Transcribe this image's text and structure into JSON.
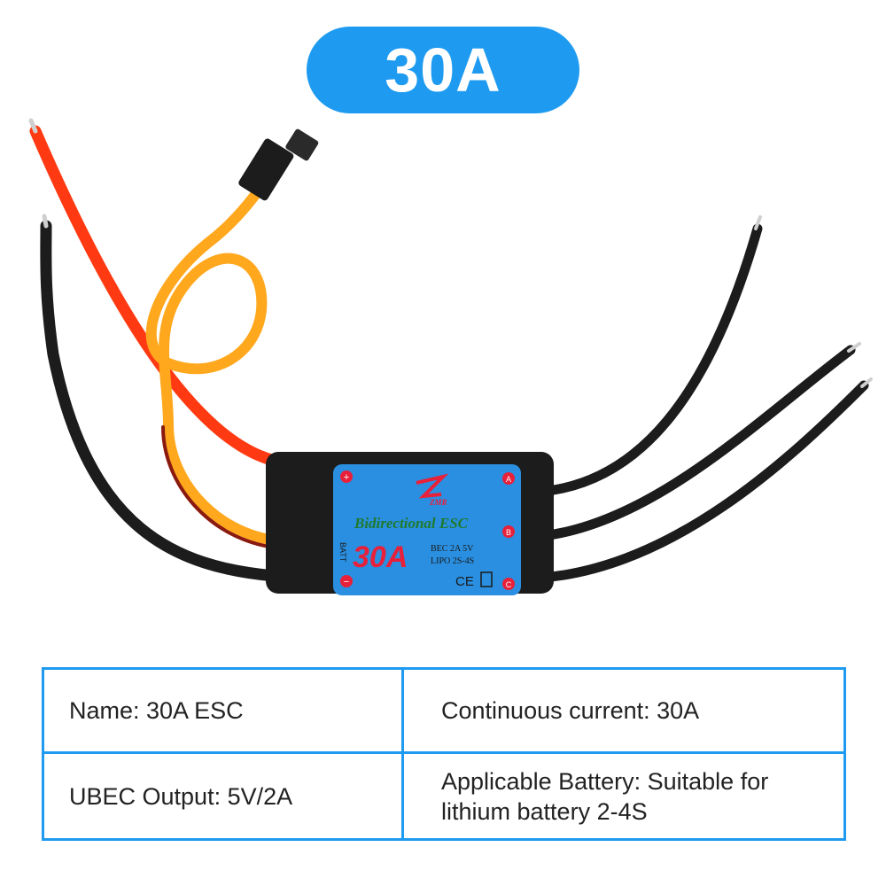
{
  "header": {
    "title": "30A"
  },
  "product": {
    "esc_label": {
      "brand": "ZMR",
      "product_line": "Bidirectional ESC",
      "rating": "30A",
      "bec_spec": "BEC  2A  5V",
      "lipo_spec": "LIPO  2S-4S",
      "batt_label": "BATT",
      "plus_marker": "+",
      "minus_marker": "−",
      "phase_a": "A",
      "phase_b": "B",
      "phase_c": "C",
      "cert_mark": "CE"
    },
    "colors": {
      "label_blue": "#2a8fe0",
      "body_black": "#1c1c1c",
      "wire_red": "#ff3a12",
      "wire_orange": "#ffa81e",
      "marker_red": "#e8203a",
      "text_green": "#1f7a2e"
    }
  },
  "specs": {
    "name": "Name:  30A ESC",
    "continuous_current": "Continuous current: 30A",
    "ubec_output": "UBEC Output: 5V/2A",
    "applicable_battery": "Applicable Battery: Suitable for lithium battery 2-4S"
  }
}
